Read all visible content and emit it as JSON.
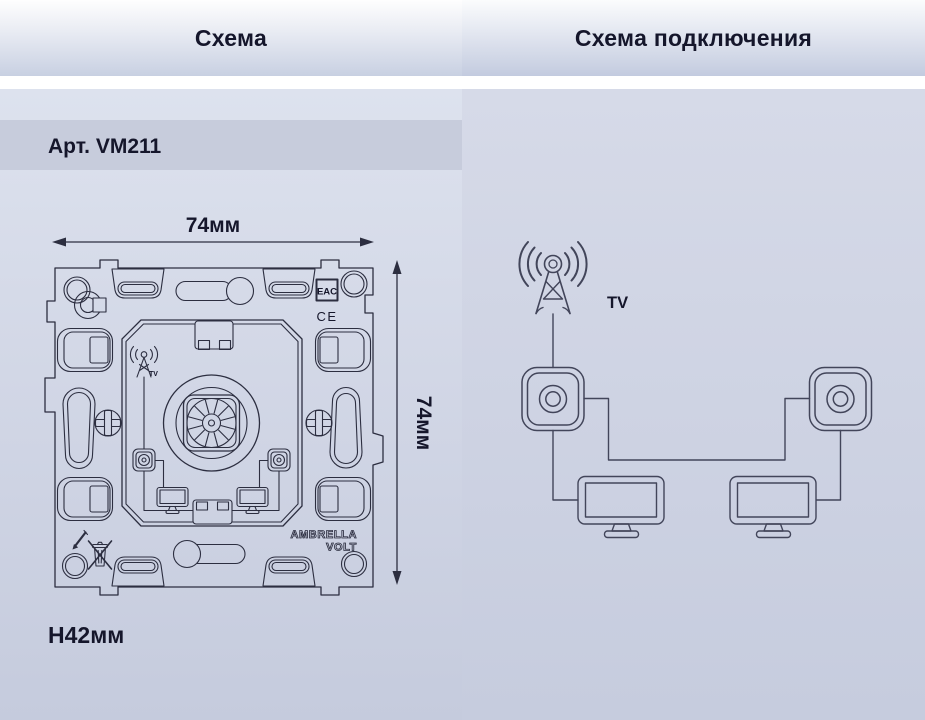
{
  "colors": {
    "text": "#15162b",
    "line": "#2c2e40",
    "line_mid": "#42455a",
    "band": "#c7ccdc",
    "header_top": "#fefefe",
    "header_bottom": "#c8d0e2",
    "panel_left_top": "#dde2ee",
    "panel_left_mid": "#d2d7e6",
    "panel_left_bottom": "#c5cbdd",
    "panel_right_top": "#d6dae8",
    "panel_right_bottom": "#c6ccde"
  },
  "header": {
    "left_title": "Схема",
    "right_title": "Схема подключения"
  },
  "product": {
    "article_label": "Арт. VM211"
  },
  "left_diagram": {
    "width_label": "74мм",
    "height_label": "74мм",
    "depth_label": "H42мм",
    "eac_label": "EAC",
    "ce_label": "CE",
    "brand_line1": "AMBRELLA",
    "brand_line2": "VOLT",
    "antenna_label": "TV"
  },
  "right_diagram": {
    "antenna_label": "TV"
  }
}
